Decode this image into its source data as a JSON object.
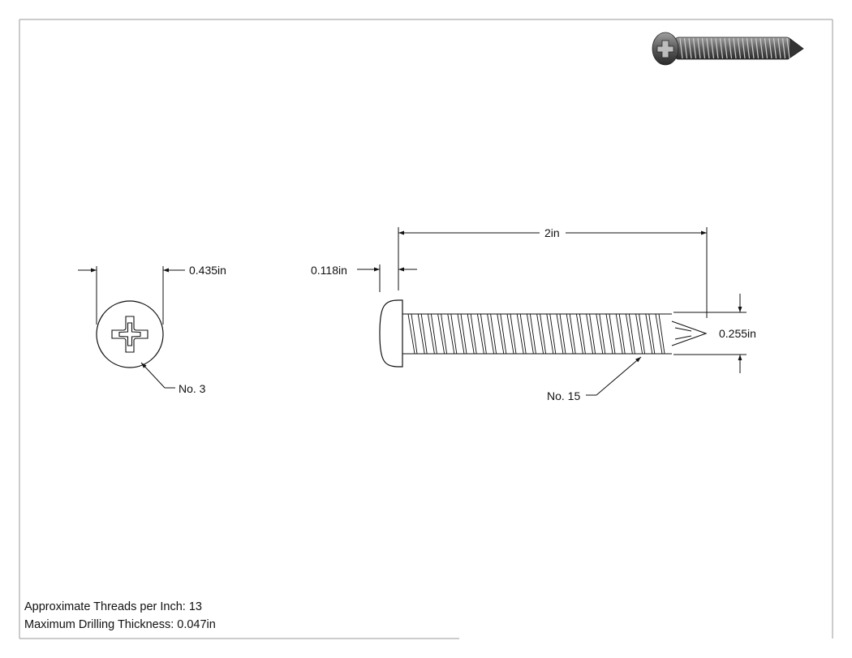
{
  "end_view": {
    "diameter_label": "0.435in",
    "drive_label": "No. 3"
  },
  "side_view": {
    "head_height_label": "0.118in",
    "length_label": "2in",
    "thread_diameter_label": "0.255in",
    "thread_size_label": "No. 15"
  },
  "notes": {
    "threads_per_inch": "Approximate Threads per Inch: 13",
    "max_drilling_thickness": "Maximum Drilling Thickness: 0.047in"
  },
  "colors": {
    "line": "#111111",
    "border": "#999999",
    "thumbnail_fill": "#6e6e6e"
  },
  "icons": {
    "thumbnail": "screw-thumbnail-icon",
    "drive": "phillips-cross-icon"
  }
}
